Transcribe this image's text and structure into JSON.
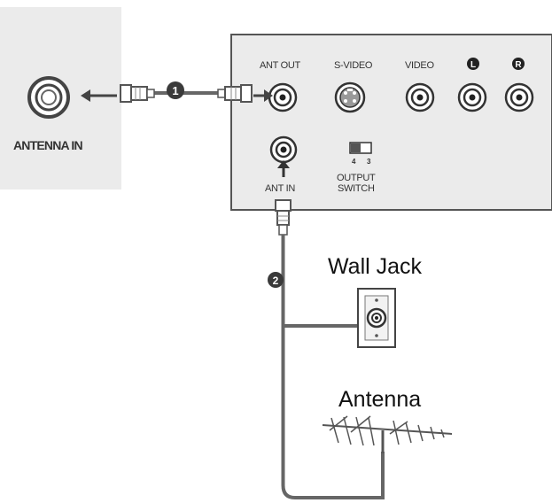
{
  "tv_panel": {
    "label": "ANTENNA IN"
  },
  "device_panel": {
    "ports": {
      "ant_out": "ANT OUT",
      "s_video": "S-VIDEO",
      "video": "VIDEO",
      "left": "L",
      "right": "R",
      "ant_in": "ANT IN"
    },
    "switch": {
      "ch_a": "4",
      "ch_b": "3",
      "line1": "OUTPUT",
      "line2": "SWITCH"
    }
  },
  "steps": {
    "step1": "1",
    "step2": "2"
  },
  "wall_jack": {
    "label": "Wall Jack"
  },
  "antenna": {
    "label": "Antenna"
  },
  "colors": {
    "panel_fill": "#ebebeb",
    "panel_border": "#555555",
    "cable": "#666666",
    "marker": "#3a3a3a"
  }
}
